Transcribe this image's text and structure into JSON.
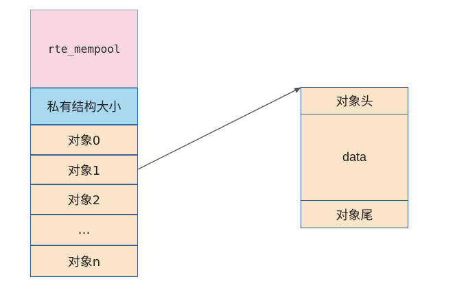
{
  "mempool": {
    "header": "rte_mempool",
    "private_size": "私有结构大小",
    "objects": [
      "对象0",
      "对象1",
      "对象2",
      "…",
      "对象n"
    ]
  },
  "object_detail": {
    "head": "对象头",
    "data": "data",
    "tail": "对象尾"
  }
}
